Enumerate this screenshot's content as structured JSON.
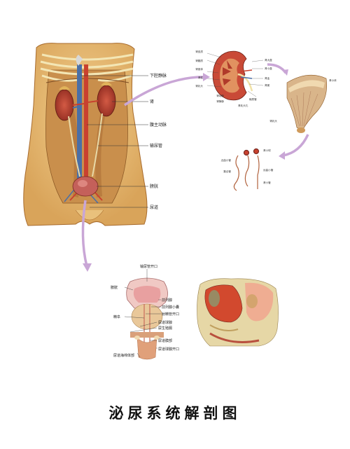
{
  "title": "泌尿系统解剖图",
  "torso_labels": {
    "ivc": "下腔静脉",
    "kidney": "肾",
    "aorta": "腹主动脉",
    "ureter": "输尿管",
    "bladder": "膀胱",
    "urethra": "尿道"
  },
  "kidney_labels": [
    "肾皮质",
    "肾髓质",
    "肾锥体",
    "肾柱",
    "肾乳头",
    "肾大盏",
    "肾小盏",
    "肾盂",
    "肾窦",
    "输尿管",
    "肾动脉",
    "肾静脉",
    "肾乳头孔"
  ],
  "pyramid_labels": [
    "肾小体",
    "肾乳头"
  ],
  "nephron_labels": [
    "肾小球",
    "近曲小管",
    "远曲小管",
    "集合管",
    "肾小管"
  ],
  "pelvis_labels": {
    "ureter_opening": "输尿管开口",
    "bladder": "膀胱",
    "prostate": "前列腺",
    "prostatic_utricle": "前列腺小囊",
    "ejaculatory_opening": "射精管开口",
    "seminal_colliculus": "精阜",
    "bulbourethral_gland": "尿道球腺",
    "urogenital_diaphragm": "尿生殖膈",
    "membranous_urethra": "尿道膜部",
    "bulbourethral_opening": "尿道球腺开口",
    "corpus_spongiosum": "尿道海绵体部"
  },
  "colors": {
    "arrow": "#c9a6d6",
    "skin": "#e7bd73",
    "organ_red": "#b8352c",
    "bladder": "#e8a0a0"
  }
}
